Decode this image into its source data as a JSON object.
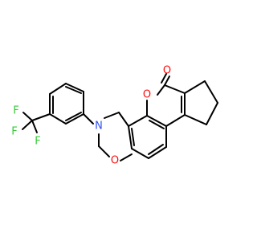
{
  "molecule": {
    "atoms": {
      "F1": "F",
      "F2": "F",
      "F3": "F",
      "N": "N",
      "O_ring": "O",
      "O_lactone": "O",
      "O_carbonyl": "O"
    },
    "colors": {
      "bond": "#000000",
      "F": "#33cc33",
      "N": "#3050f8",
      "O": "#ff0d0d"
    }
  }
}
